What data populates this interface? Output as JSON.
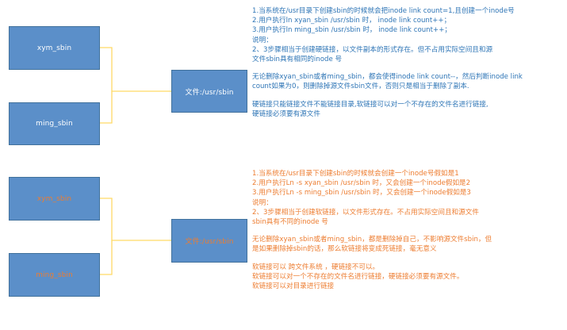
{
  "colors": {
    "box_fill": "#5b8fc9",
    "box_border": "#41719c",
    "connector": "#ffd966",
    "text_blue": "#2e75b6",
    "text_orange": "#ed7d31"
  },
  "hardlink": {
    "source1": "xym_sbin",
    "source2": "ming_sbin",
    "target": "文件:/usr/sbin",
    "lines": {
      "l1": "1.当系统在/usr目录下创建sbin的时候就会把inode link count=1,且创建一个inode号",
      "l2": "2.用户执行ln   xyan_sbin  /usr/sbin 时，  inode link count++；",
      "l3": "3.用户执行ln  ming_sbin  /usr/sbin 时，  inode link count++；",
      "l4": "说明：",
      "l5": "2、3步骤相当于创建硬链接，以文件副本的形式存在。但不占用实际空间且和源",
      "l6": "文件sbin具有相同的inode 号",
      "l7": "无论删除xyan_sbin或者ming_sbin，都会使得inode link count--，然后判断inode link",
      "l8": "count如果为0，则删除掉源文件sbin文件，否则只是相当于删除了副本.",
      "l9": "硬链接只能链接文件不能链接目录,软链接可以对一个不存在的文件名进行链接,",
      "l10": "硬链接必须要有源文件"
    }
  },
  "softlink": {
    "source1": "xym_sbin",
    "source2": "ming_sbin",
    "target": "文件:/usr/sbin",
    "lines": {
      "l1": "1.当系统在/usr目录下创建sbin的时候就会创建一个inode号假如是1",
      "l2": "2.用户执行Ln  -s   xyan_sbin  /usr/sbin 时，又会创建一个inode假如是2",
      "l3": "3.用户执行Ln  -s   ming_sbin  /usr/sbin 时，又会创建一个inode假如是3",
      "l4": "说明：",
      "l5": "2、3步骤相当于创建软链接，以文件形式存在。不占用实际空间且和源文件",
      "l6": "sbin具有不同的inode 号",
      "l7": "无论删除xyan_sbin或者ming_sbin，都是删除掉自己，不影响源文件sbin，但",
      "l8": "是如果删除掉sbin的话，那么软链接将变成死链接，毫无意义",
      "l9": "软链接可以 跨文件系统 ，硬链接不可以。",
      "l10": "软链接可以对一个不存在的文件名进行链接，硬链接必须要有源文件。",
      "l11": "软链接可以对目录进行链接"
    }
  }
}
